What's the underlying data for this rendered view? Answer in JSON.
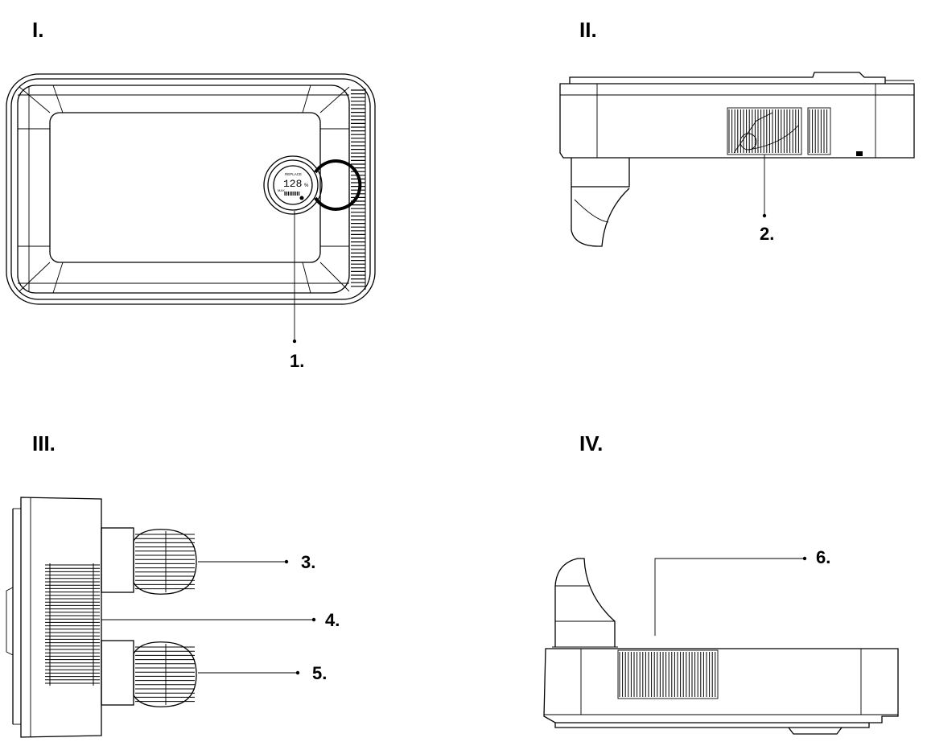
{
  "views": [
    {
      "id": "I",
      "label": "I."
    },
    {
      "id": "II",
      "label": "II."
    },
    {
      "id": "III",
      "label": "III."
    },
    {
      "id": "IV",
      "label": "IV."
    }
  ],
  "callouts": [
    {
      "id": "1",
      "label": "1."
    },
    {
      "id": "2",
      "label": "2."
    },
    {
      "id": "3",
      "label": "3."
    },
    {
      "id": "4",
      "label": "4."
    },
    {
      "id": "5",
      "label": "5."
    },
    {
      "id": "6",
      "label": "6."
    }
  ],
  "display": {
    "top_text": "REPLACE",
    "digits": "128",
    "small_left": "MAX",
    "unit": "%"
  }
}
